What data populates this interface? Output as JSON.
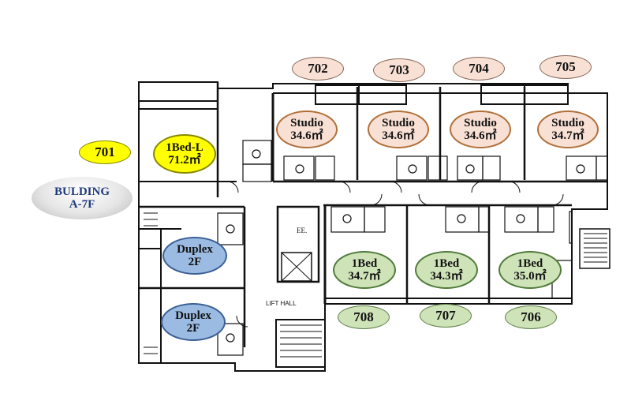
{
  "building_label": {
    "line1": "BULDING",
    "line2": "A-7F"
  },
  "unit_numbers": [
    "701",
    "702",
    "703",
    "704",
    "705",
    "706",
    "707",
    "708"
  ],
  "units": {
    "u701": {
      "type": "1Bed-L",
      "area": "71.2㎡"
    },
    "u702": {
      "type": "Studio",
      "area": "34.6㎡"
    },
    "u703": {
      "type": "Studio",
      "area": "34.6㎡"
    },
    "u704": {
      "type": "Studio",
      "area": "34.6㎡"
    },
    "u705": {
      "type": "Studio",
      "area": "34.7㎡"
    },
    "u706": {
      "type": "1Bed",
      "area": "35.0㎡"
    },
    "u707": {
      "type": "1Bed",
      "area": "34.3㎡"
    },
    "u708": {
      "type": "1Bed",
      "area": "34.7㎡"
    },
    "duplex_a": {
      "type": "Duplex",
      "floor": "2F"
    },
    "duplex_b": {
      "type": "Duplex",
      "floor": "2F"
    }
  },
  "plan_labels": {
    "ee": "EE.",
    "lift_hall": "LIFT HALL"
  },
  "colors": {
    "studio_fill": "#f8e0d4",
    "onebed_fill": "#cfe3b8",
    "onebed_large_fill": "#ffff00",
    "duplex_fill": "#9bbbe2",
    "building_text": "#1f3a7a"
  }
}
